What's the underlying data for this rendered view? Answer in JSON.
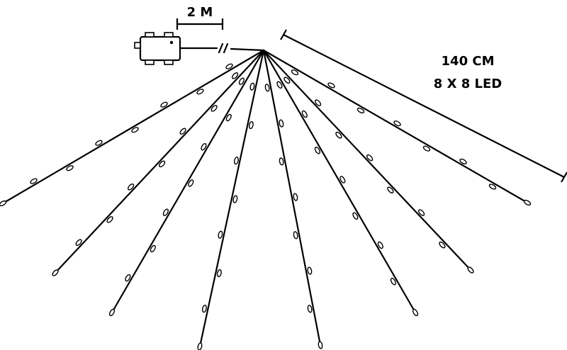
{
  "labels": {
    "cable_length": "2 M",
    "strand_length": "140 CM",
    "led_config": "8 X 8 LED"
  },
  "colors": {
    "line": "#000000",
    "background": "#ffffff"
  },
  "strands": {
    "count": 8,
    "leds_per_strand": 8
  }
}
